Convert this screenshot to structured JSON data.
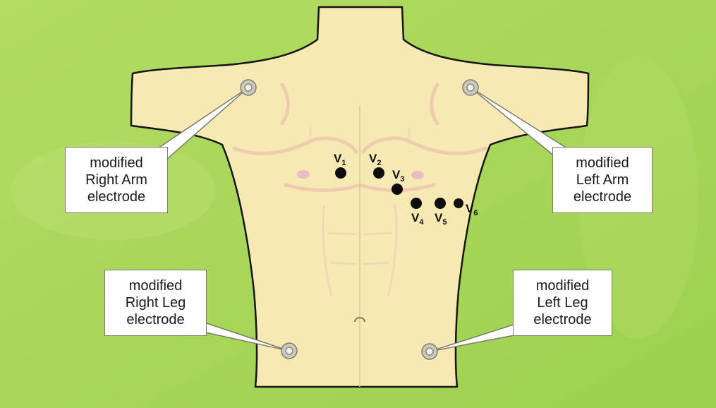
{
  "colors": {
    "background": "#a9d75a",
    "skin": "#f7e9b4",
    "outline": "#161616",
    "muscle_shade": "#edc2a8",
    "electrode_dot": "#0d0d0d",
    "electrode_ring": "#9a9a8e"
  },
  "limb_labels": {
    "right_arm": [
      "modified",
      "Right Arm",
      "electrode"
    ],
    "left_arm": [
      "modified",
      "Left Arm",
      "electrode"
    ],
    "right_leg": [
      "modified",
      "Right Leg",
      "electrode"
    ],
    "left_leg": [
      "modified",
      "Left Leg",
      "electrode"
    ]
  },
  "precordial_leads": [
    {
      "letter": "V",
      "number": "1"
    },
    {
      "letter": "V",
      "number": "2"
    },
    {
      "letter": "V",
      "number": "3"
    },
    {
      "letter": "V",
      "number": "4"
    },
    {
      "letter": "V",
      "number": "5"
    },
    {
      "letter": "V",
      "number": "6"
    }
  ]
}
